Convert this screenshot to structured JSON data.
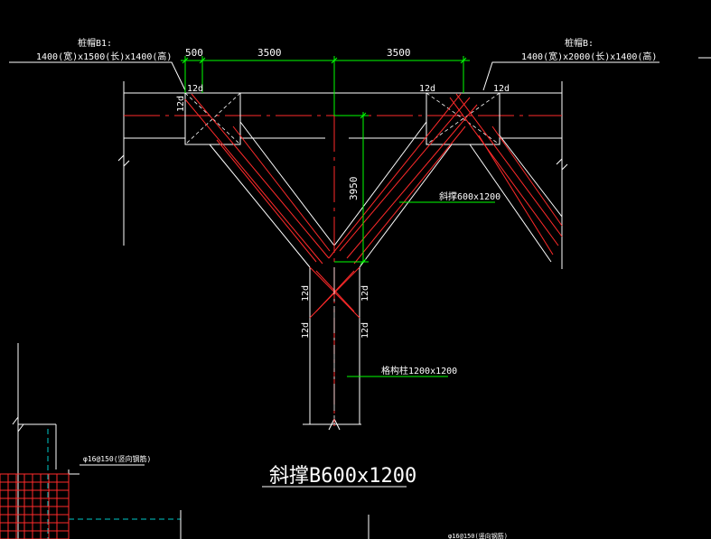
{
  "labels": {
    "cap_left_name": "桩帽B1:",
    "cap_left_size": "1400(宽)x1500(长)x1400(高)",
    "cap_right_name": "桩帽B:",
    "cap_right_size": "1400(宽)x2000(长)x1400(高)",
    "brace_note": "斜撑600x1200",
    "column_note": "格构柱1200x1200",
    "rebar_note": "φ16@150(竖向钢筋)",
    "main_title": "斜撑B600x1200",
    "bottom_fragment": "φ16@150(竖向钢筋)"
  },
  "dimensions": {
    "d500": "500",
    "d3500a": "3500",
    "d3500b": "3500",
    "d3950": "3950"
  },
  "anchorage": {
    "label": "12d"
  },
  "colors": {
    "background": "#000000",
    "outline": "#ffffff",
    "centerline": "#ff2a2a",
    "dimension": "#00ff00",
    "cyan": "#00c8c8",
    "text": "#ffffff"
  }
}
